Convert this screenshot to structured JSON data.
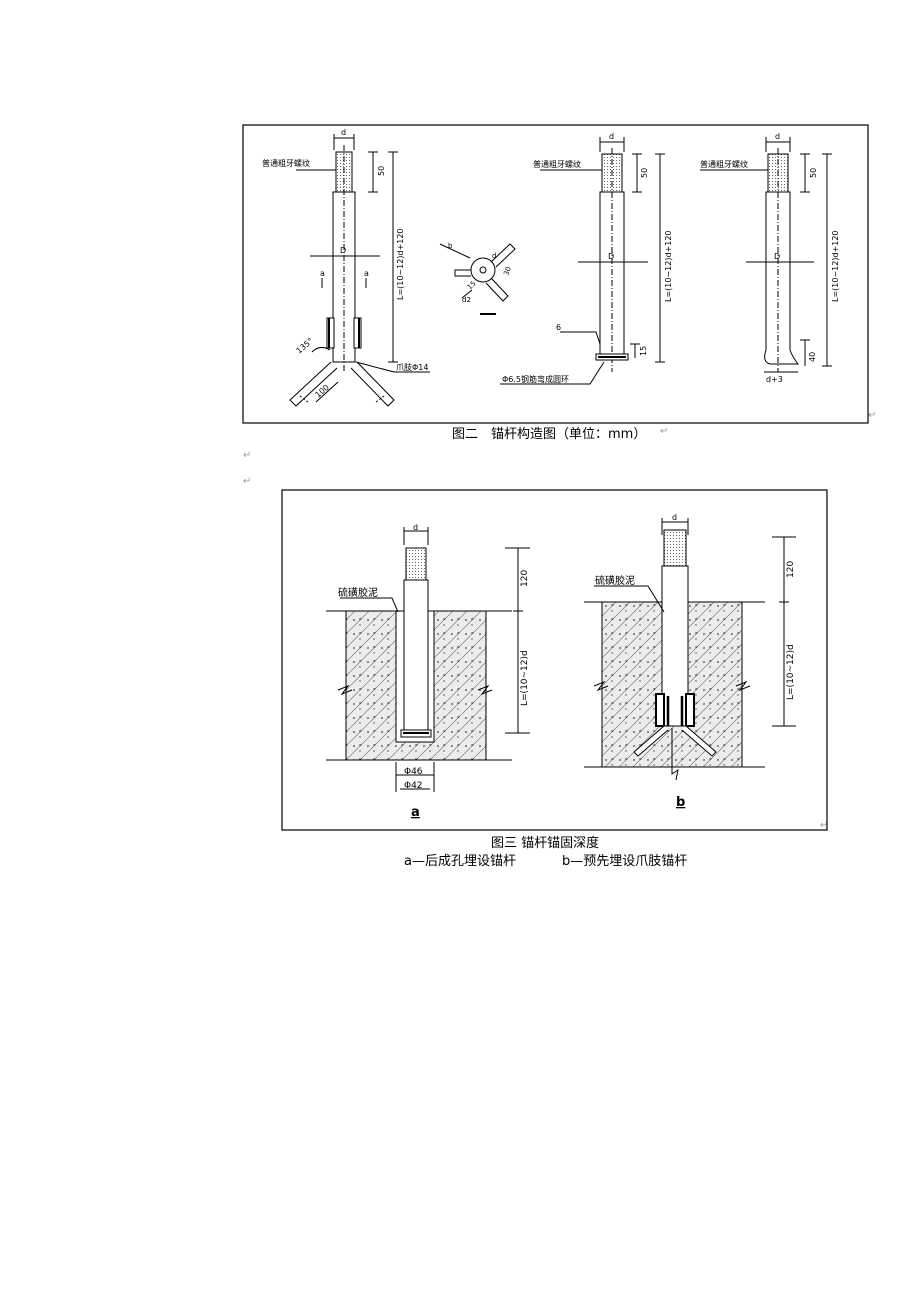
{
  "figure2": {
    "caption": "图二　锚杆构造图（单位：mm）",
    "left": {
      "thread_label": "普通粗牙螺纹",
      "dim_top": "d",
      "dim_thread": "50",
      "dim_total": "L=(10~12)d+120",
      "dim_mid": "D",
      "section_mark": "a",
      "angle": "135°",
      "leg_length": "100",
      "claw_label": "爪肢Φ14"
    },
    "section": {
      "label_b": "b",
      "label_d": "d",
      "dim_30": "30",
      "dim_15": "15",
      "dim_d2": "d2"
    },
    "middle": {
      "thread_label": "普通粗牙螺纹",
      "dim_top": "d",
      "dim_thread": "50",
      "dim_total": "L=(10~12)d+120",
      "dim_mid": "D",
      "dim_6": "6",
      "dim_15": "15",
      "ring_label": "Φ6.5钢筋弯成圆环"
    },
    "right": {
      "thread_label": "普通粗牙螺纹",
      "dim_top": "d",
      "dim_thread": "50",
      "dim_total": "L=(10~12)d+120",
      "dim_mid": "D",
      "dim_40": "40",
      "dim_bottom": "d+3"
    }
  },
  "figure3": {
    "caption": "图三  锚杆锚固深度",
    "legend_a": "a—后成孔埋设锚杆",
    "legend_b": "b—预先埋设爪肢锚杆",
    "a": {
      "dim_top": "d",
      "grout_label": "硫磺胶泥",
      "dim_120": "120",
      "dim_l": "L=(10~12)d",
      "dim_46": "Φ46",
      "dim_42": "Φ42",
      "label": "a"
    },
    "b": {
      "dim_top": "d",
      "grout_label": "硫磺胶泥",
      "dim_120": "120",
      "dim_l": "L=(10~12)d",
      "label": "b"
    }
  },
  "return_mark": "↵"
}
